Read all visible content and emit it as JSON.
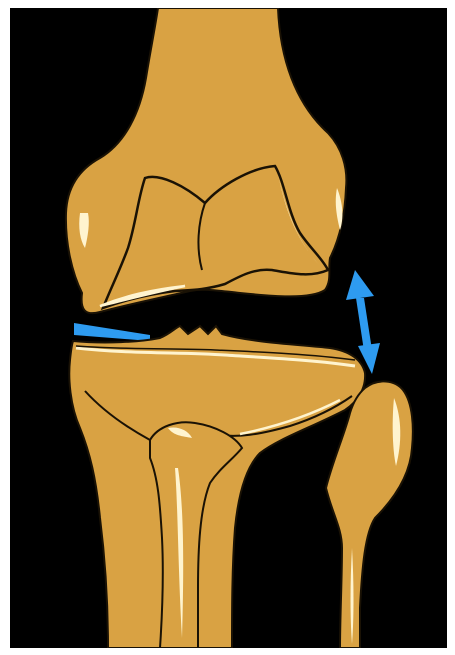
{
  "illustration": {
    "subject": "knee joint",
    "colors": {
      "background": "#000000",
      "bone": "#D9A243",
      "bone_outline": "#1a1205",
      "highlight": "#FFF4CF",
      "accent_blue": "#2E9BF0",
      "frame": "#ffffff"
    },
    "indicators": {
      "medial_gap_marker": "wedge",
      "lateral_gap_marker": "double-headed-arrow"
    }
  }
}
